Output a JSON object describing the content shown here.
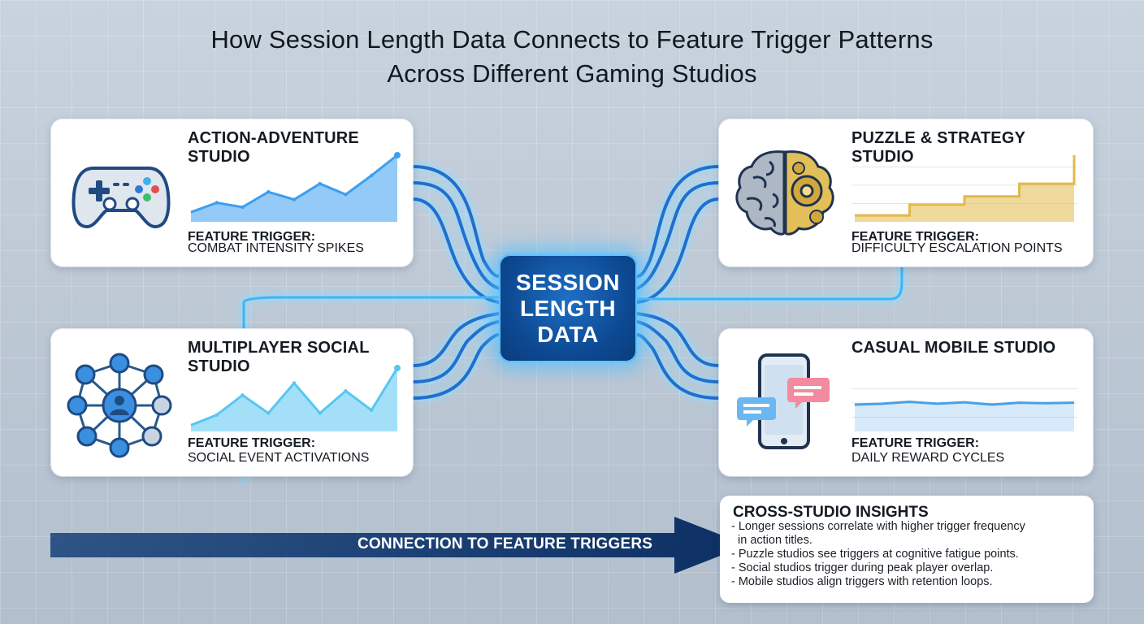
{
  "title": {
    "line1": "How Session Length Data Connects to Feature Trigger Patterns",
    "line2": "Across Different Gaming Studios"
  },
  "hub": {
    "line1": "SESSION",
    "line2": "LENGTH",
    "line3": "DATA"
  },
  "studios": [
    {
      "name_line1": "ACTION-ADVENTURE",
      "name_line2": "STUDIO",
      "icon": "gamepad-icon",
      "trigger_label": "FEATURE TRIGGER:",
      "trigger_value": "COMBAT INTENSITY SPIKES",
      "trend": [
        0.1,
        0.25,
        0.18,
        0.42,
        0.3,
        0.55,
        0.38,
        0.68,
        1.0
      ]
    },
    {
      "name_line1": "PUZZLE & STRATEGY",
      "name_line2": "STUDIO",
      "icon": "brain-gear-icon",
      "trigger_label": "FEATURE TRIGGER:",
      "trigger_value": "DIFFICULTY ESCALATION POINTS",
      "trend": [
        0.05,
        0.05,
        0.22,
        0.22,
        0.35,
        0.35,
        0.55,
        0.55,
        1.0
      ]
    },
    {
      "name_line1": "MULTIPLAYER SOCIAL",
      "name_line2": "STUDIO",
      "icon": "social-network-icon",
      "trigger_label": "FEATURE TRIGGER:",
      "trigger_value": "SOCIAL EVENT ACTIVATIONS",
      "trend": [
        0.05,
        0.22,
        0.55,
        0.25,
        0.75,
        0.25,
        0.62,
        0.3,
        1.0
      ]
    },
    {
      "name_line1": "CASUAL MOBILE STUDIO",
      "name_line2": "",
      "icon": "smartphone-chat-icon",
      "trigger_label": "FEATURE TRIGGER:",
      "trigger_value": "DAILY REWARD CYCLES",
      "trend": [
        0.5,
        0.52,
        0.56,
        0.52,
        0.55,
        0.5,
        0.54,
        0.53,
        0.54
      ]
    }
  ],
  "arrow": {
    "label": "CONNECTION TO FEATURE TRIGGERS"
  },
  "insights": {
    "heading": "CROSS-STUDIO INSIGHTS",
    "items": [
      "- Longer sessions correlate with higher trigger frequency",
      "  in action titles.",
      "- Puzzle studios see triggers at cognitive fatigue points.",
      "- Social studios trigger during peak player overlap.",
      "- Mobile studios align triggers with retention loops."
    ]
  },
  "colors": {
    "hub_fill": "#0d4a94",
    "wire_glow": "#5cc8ff",
    "wire_core": "#1d6fd0",
    "arrow_fill": "#0d2f63",
    "action_chart": "#3c9ef0",
    "puzzle_chart": "#e2b94b",
    "social_chart": "#57c6f2",
    "mobile_chart": "#4aa0e6"
  }
}
